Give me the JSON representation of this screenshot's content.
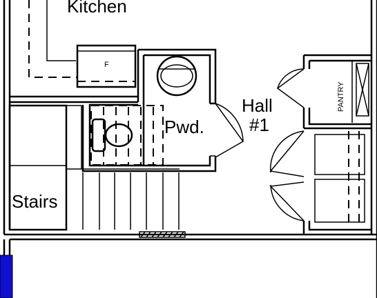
{
  "rooms": {
    "kitchen": "Kitchen",
    "powder": "Pwd.",
    "hall_line1": "Hall",
    "hall_line2": "#1",
    "stairs": "Stairs",
    "pantry": "PANTRY",
    "fridge": "F"
  },
  "colors": {
    "line": "#000000",
    "background": "#ffffff",
    "door_marker": "#1010d0"
  }
}
